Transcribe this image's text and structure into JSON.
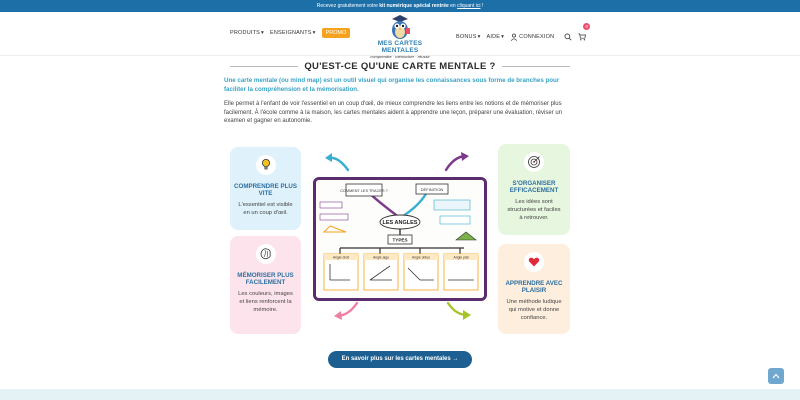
{
  "topbar": {
    "text_start": "Recevez gratuitement votre ",
    "text_bold": "kit numérique spécial rentrée",
    "text_mid": " en ",
    "text_link": "cliquant ici",
    "text_end": " !"
  },
  "nav": {
    "left": [
      {
        "label": "PRODUITS",
        "caret": "▾"
      },
      {
        "label": "ENSEIGNANTS",
        "caret": "▾"
      },
      {
        "label": "PROMO"
      }
    ],
    "right": [
      {
        "label": "BONUS",
        "caret": "▾"
      },
      {
        "label": "AIDE",
        "caret": "▾"
      },
      {
        "label": "CONNEXION"
      }
    ],
    "cart_count": "0"
  },
  "logo": {
    "title": "MES CARTES MENTALES",
    "subtitle": "comprendre · mémoriser · réussir"
  },
  "section": {
    "title": "QU'EST-CE QU'UNE CARTE MENTALE ?",
    "lead": "Une carte mentale (ou mind map) est un outil visuel qui organise les connaissances sous forme de branches pour faciliter la compréhension et la mémorisation.",
    "body": "Elle permet à l'enfant de voir l'essentiel en un coup d'œil, de mieux comprendre les liens entre les notions et de mémoriser plus facilement. À l'école comme à la maison, les cartes mentales aident à apprendre une leçon, préparer une évaluation, réviser un examen et gagner en autonomie."
  },
  "cards": [
    {
      "title": "COMPRENDRE PLUS VITE",
      "text": "L'essentiel est visible en un coup d'œil.",
      "icon": "lightbulb-icon"
    },
    {
      "title": "MÉMORISER PLUS FACILEMENT",
      "text": "Les couleurs, images et liens renforcent la mémoire.",
      "icon": "brain-icon"
    },
    {
      "title": "S'ORGANISER EFFICACEMENT",
      "text": "Les idées sont structurées et faciles à retrouver.",
      "icon": "target-icon"
    },
    {
      "title": "APPRENDRE AVEC PLAISIR",
      "text": "Une méthode ludique qui motive et donne confiance.",
      "icon": "heart-icon"
    }
  ],
  "mindmap": {
    "center": "LES ANGLES",
    "branch_left": "COMMENT LES TRACER ?",
    "branch_right": "DÉFINITION",
    "branch_bottom": "TYPES",
    "types": [
      "Angle droit",
      "Angle aigu",
      "Angle obtus",
      "Angle plat"
    ]
  },
  "cta": {
    "label": "En savoir plus sur les cartes mentales →"
  },
  "colors": {
    "primary": "#1d5f91",
    "accent": "#38a3c8",
    "promo": "#f6a21d"
  }
}
